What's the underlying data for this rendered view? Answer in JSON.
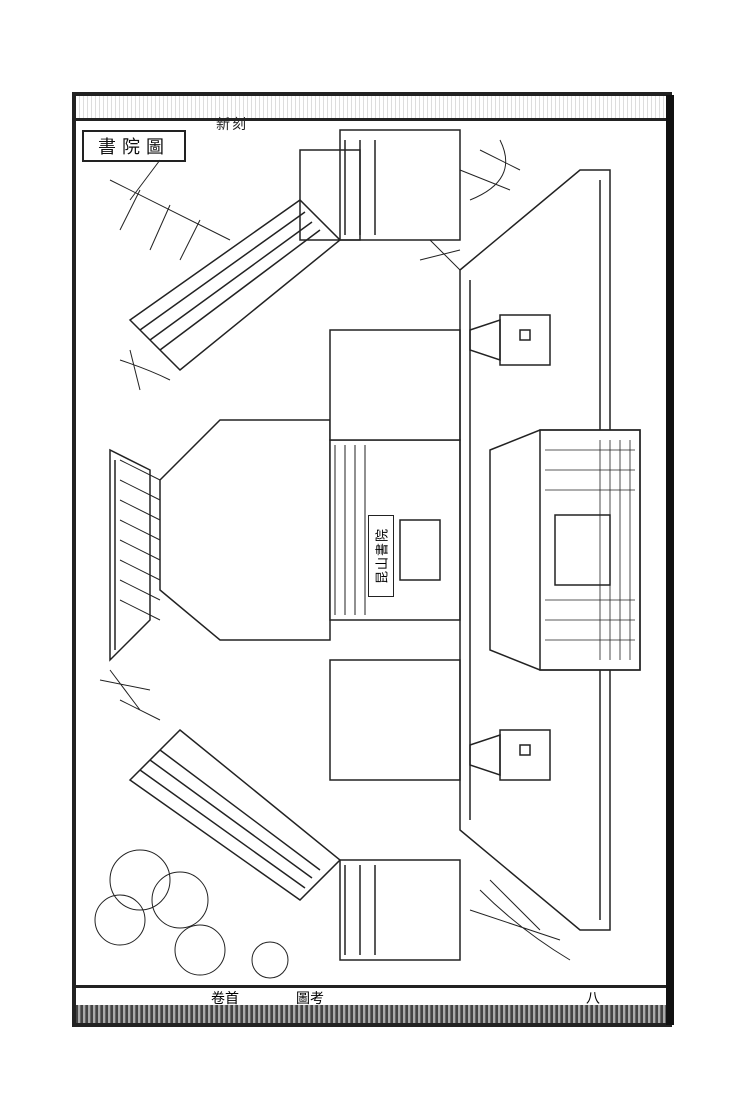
{
  "page": {
    "illustration_title": "書院圖",
    "plaque_text": "昆山書院",
    "top_margin_text": "新刻",
    "bottom_margin": {
      "volume": "卷首",
      "section": "圖考",
      "page_number": "八"
    }
  },
  "colors": {
    "ink": "#222222",
    "paper": "#ffffff"
  }
}
